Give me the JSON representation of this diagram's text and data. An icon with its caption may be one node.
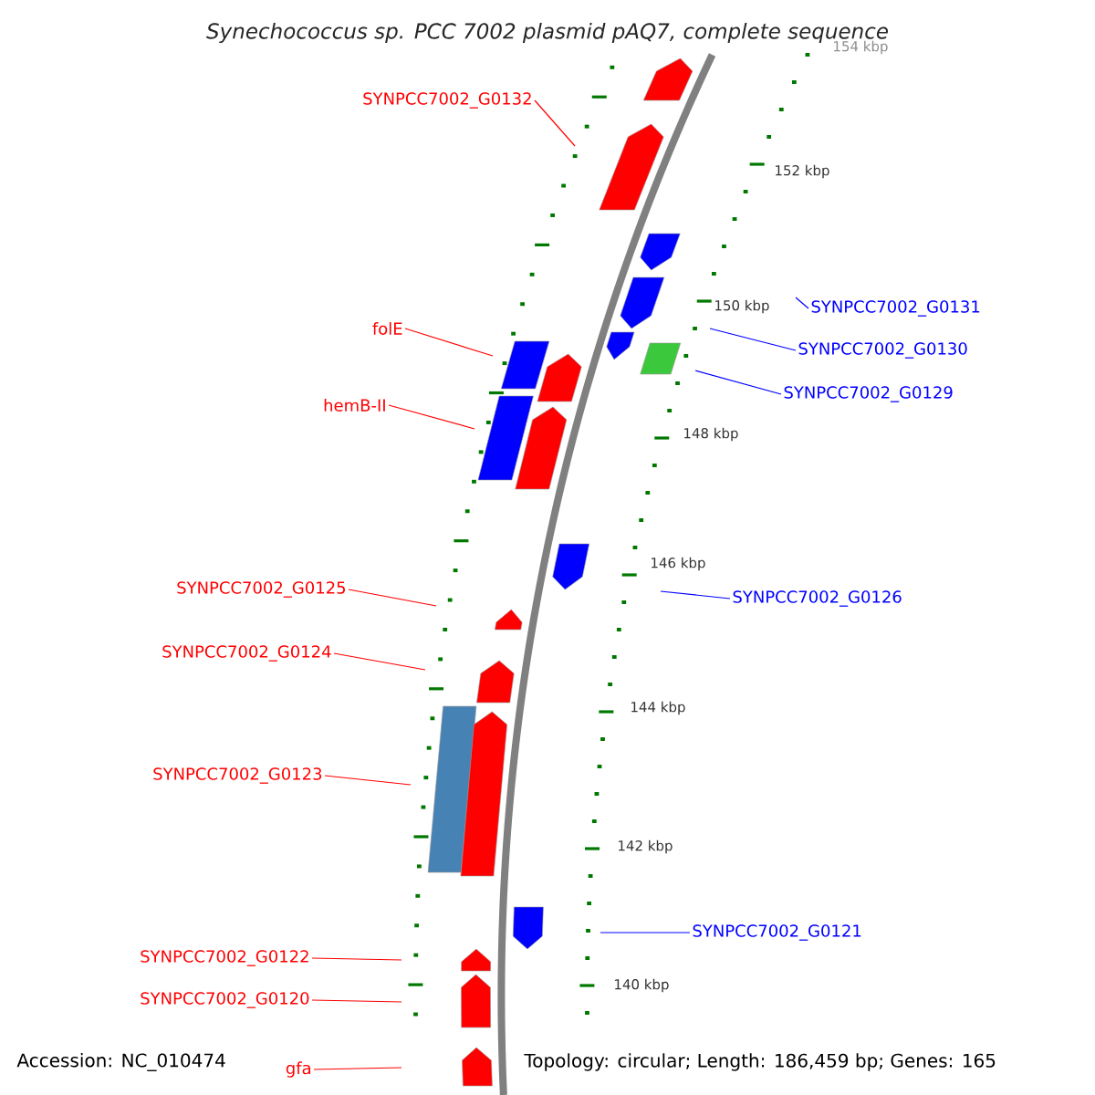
{
  "diagram": {
    "title": "Synechococcus sp. PCC 7002 plasmid pAQ7, complete sequence",
    "nodes": [
      {
        "text": [
          "SYNPCC7002_G0132"
        ]
      },
      {
        "text": [
          "SYNPCC7002_G0131"
        ]
      },
      {
        "text": [
          "folE"
        ]
      },
      {
        "text": [
          "SYNPCC7002_G0130"
        ]
      },
      {
        "text": [
          "SYNPCC7002_G0129"
        ]
      },
      {
        "text": [
          "hemB-II"
        ]
      },
      {
        "text": [
          "SYNPCC7002_G0125"
        ]
      },
      {
        "text": [
          "SYNPCC7002_G0126"
        ]
      },
      {
        "text": [
          "SYNPCC7002_G0124"
        ]
      },
      {
        "text": [
          "SYNPCC7002_G0123"
        ]
      },
      {
        "text": [
          "SYNPCC7002_G0121"
        ]
      },
      {
        "text": [
          "SYNPCC7002_G0122"
        ]
      },
      {
        "text": [
          "SYNPCC7002_G0120"
        ]
      },
      {
        "text": [
          "gfa"
        ]
      }
    ],
    "edges": [
      {
        "from": 0,
        "to": null,
        "arrow": "none"
      },
      {
        "from": 1,
        "to": null,
        "arrow": "none",
        "color": "#0000ff"
      },
      {
        "from": 2,
        "to": null,
        "arrow": "none"
      },
      {
        "from": 3,
        "to": null,
        "arrow": "none",
        "color": "#0000ff"
      },
      {
        "from": 4,
        "to": null,
        "arrow": "none",
        "color": "#0000ff"
      },
      {
        "from": 5,
        "to": null,
        "arrow": "none"
      },
      {
        "from": 6,
        "to": null,
        "arrow": "none"
      },
      {
        "from": 7,
        "to": null,
        "arrow": "none",
        "color": "#0000ff"
      },
      {
        "from": 8,
        "to": null,
        "arrow": "none"
      },
      {
        "from": 9,
        "to": null,
        "arrow": "none"
      },
      {
        "from": 10,
        "to": null,
        "arrow": "none",
        "color": "#0000ff"
      },
      {
        "from": 11,
        "to": null,
        "arrow": "none"
      },
      {
        "from": 12,
        "to": null,
        "arrow": "none"
      },
      {
        "from": 13,
        "to": null,
        "arrow": "none"
      }
    ],
    "labels": [
      "154 kbp",
      "152 kbp",
      "150 kbp",
      "148 kbp",
      "146 kbp",
      "144 kbp",
      "142 kbp",
      "140 kbp",
      "Accession: NC_010474",
      "Topology: circular; Length: 186,459 bp; Genes: 165"
    ]
  }
}
